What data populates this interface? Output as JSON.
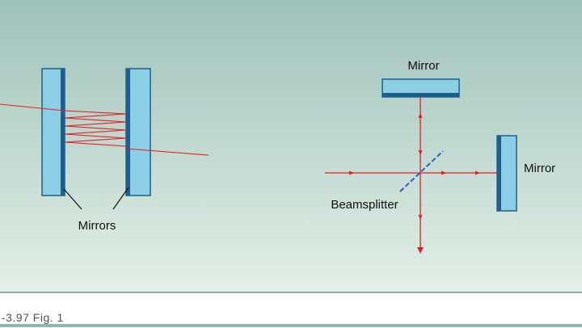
{
  "labels": {
    "mirrors": "Mirrors",
    "mirror_top": "Mirror",
    "mirror_right": "Mirror",
    "beamsplitter": "Beamsplitter"
  },
  "caption": "-3.97 Fig. 1",
  "colors": {
    "background_top": "#9ec2b9",
    "background_bottom": "#e3efe8",
    "mirror_fill": "#8ccfe4",
    "mirror_edge": "#1f5f8b",
    "beam": "#e02020",
    "beamsplitter": "#2060c0"
  }
}
